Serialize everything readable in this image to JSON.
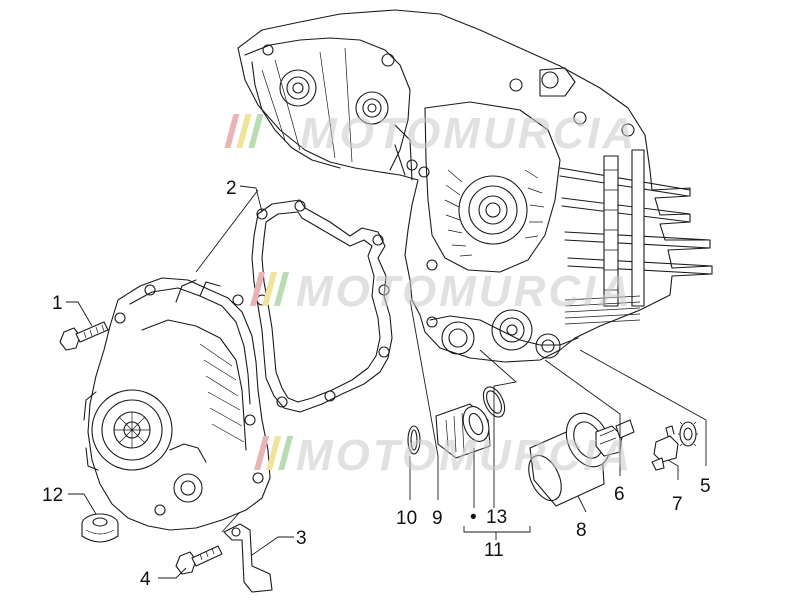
{
  "watermark": {
    "text": "MOTOMURCIA",
    "colors": [
      "#e8b4b4",
      "#f1e39a",
      "#b9dcb3",
      "#c9c9c9"
    ]
  },
  "callouts": [
    {
      "id": "1",
      "label": "1"
    },
    {
      "id": "2",
      "label": "2"
    },
    {
      "id": "3",
      "label": "3"
    },
    {
      "id": "4",
      "label": "4"
    },
    {
      "id": "5",
      "label": "5"
    },
    {
      "id": "6",
      "label": "6"
    },
    {
      "id": "7",
      "label": "7"
    },
    {
      "id": "8",
      "label": "8"
    },
    {
      "id": "9",
      "label": "9"
    },
    {
      "id": "10",
      "label": "10"
    },
    {
      "id": "11",
      "label": "11"
    },
    {
      "id": "12",
      "label": "12"
    },
    {
      "id": "13",
      "label": "13"
    }
  ],
  "group_marker": "•"
}
